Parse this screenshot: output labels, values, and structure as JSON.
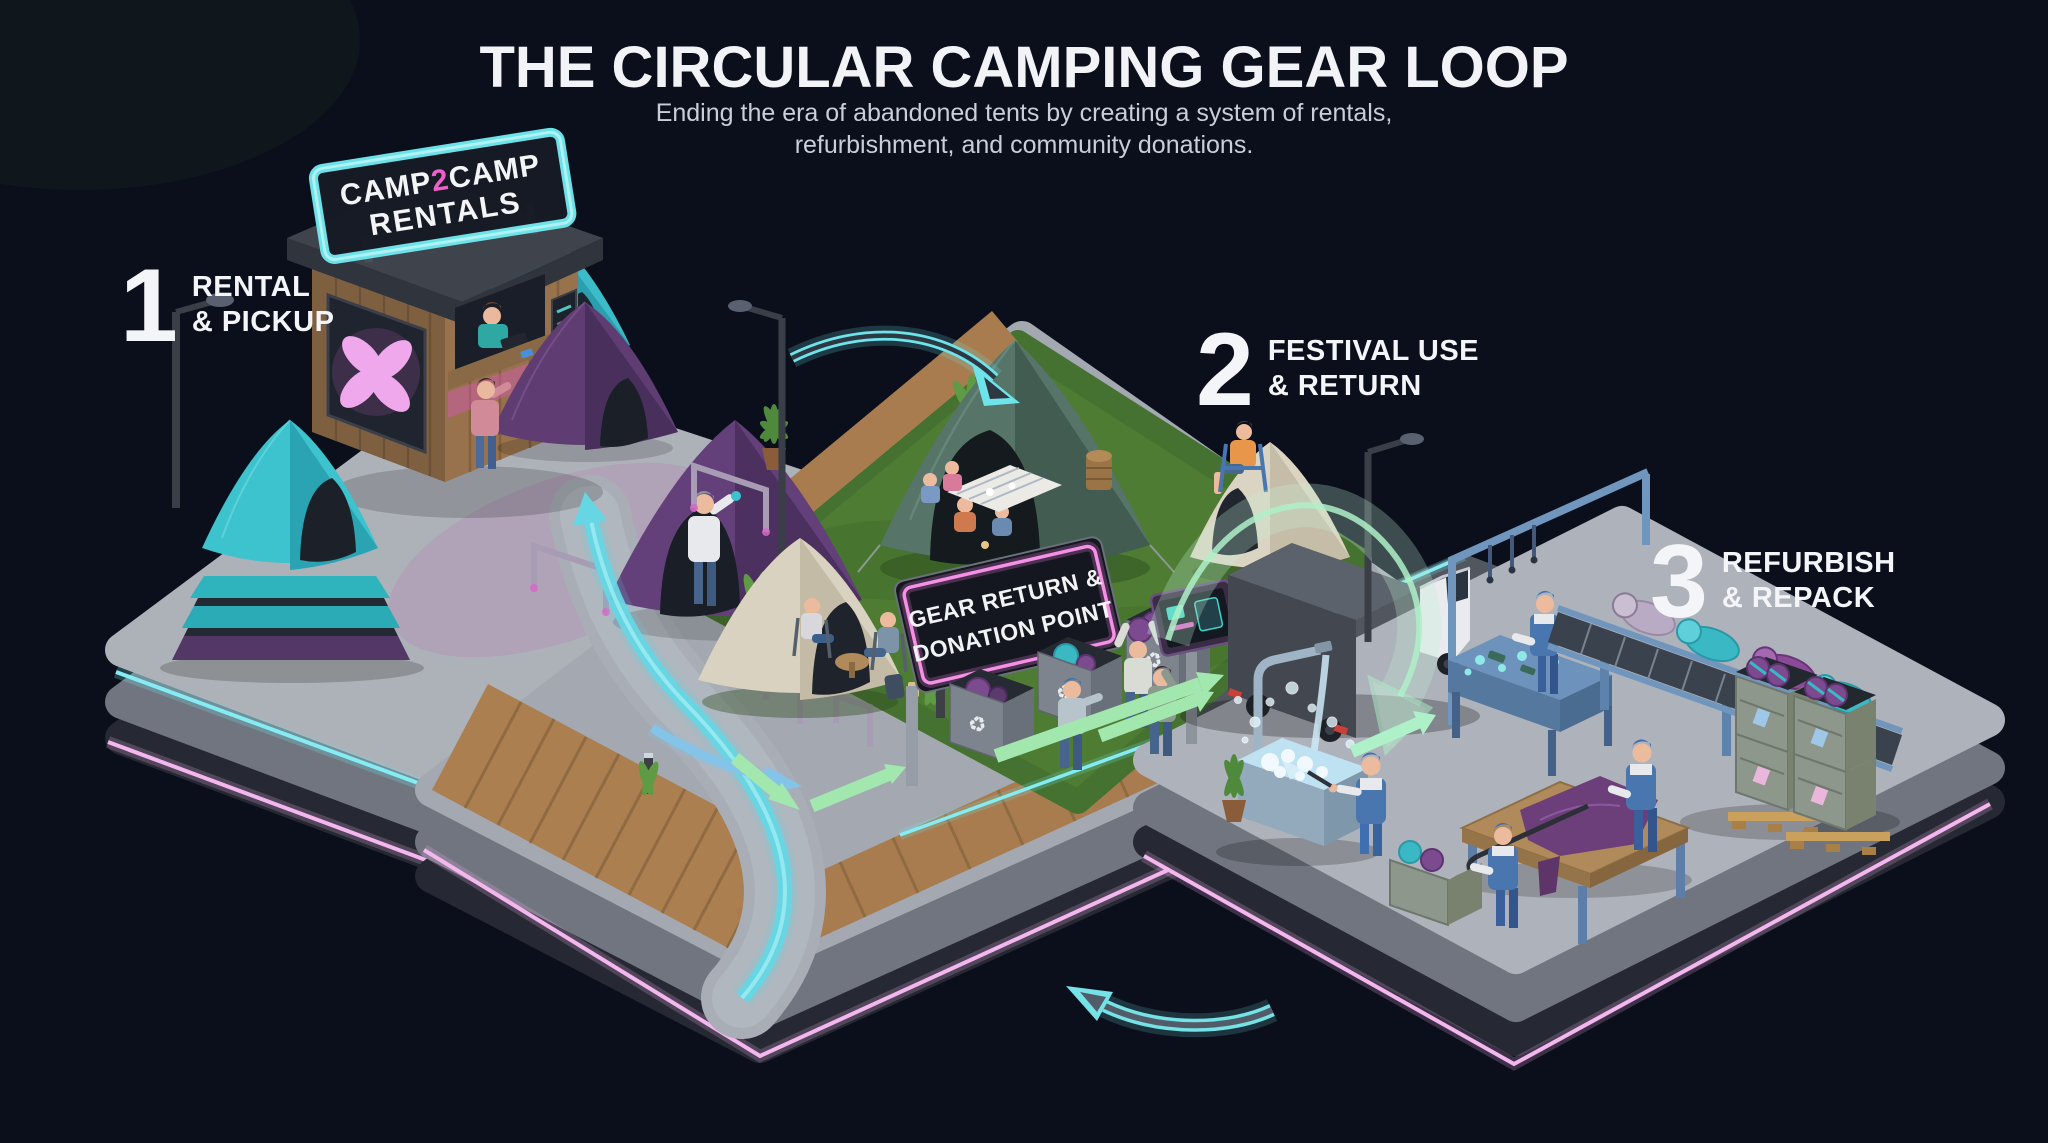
{
  "header": {
    "title": "THE CIRCULAR CAMPING GEAR LOOP",
    "subtitle_line1": "Ending the era of abandoned tents by creating a system of rentals,",
    "subtitle_line2": "refurbishment, and community donations."
  },
  "steps": [
    {
      "number": "1",
      "label_line1": "RENTAL",
      "label_line2": "& PICKUP"
    },
    {
      "number": "2",
      "label_line1": "FESTIVAL USE",
      "label_line2": "& RETURN"
    },
    {
      "number": "3",
      "label_line1": "REFURBISH",
      "label_line2": "& REPACK"
    }
  ],
  "scene": {
    "booth_sign": {
      "line1_left": "CAMP",
      "line1_accent": "2",
      "line1_right": "CAMP",
      "line2": "RENTALS"
    },
    "donation_sign": {
      "line1": "GEAR RETURN &",
      "line2": "DONATION POINT"
    },
    "icons": {
      "recycle": "♻"
    }
  },
  "colors": {
    "background": "#0b0f1b",
    "neon_cyan": "#6ee3ea",
    "neon_pink": "#f0aee8",
    "neon_magenta": "#f05fc8",
    "mint_arrow": "#aef0c8",
    "green_arrow": "#a2e8ae",
    "blue_arrow": "#84c4e8",
    "teal_tent": "#3cc3cd",
    "purple_tent": "#5f3d72",
    "grass": "#4e7c33",
    "concrete": "#a9aeb6",
    "wood": "#b5895a"
  }
}
